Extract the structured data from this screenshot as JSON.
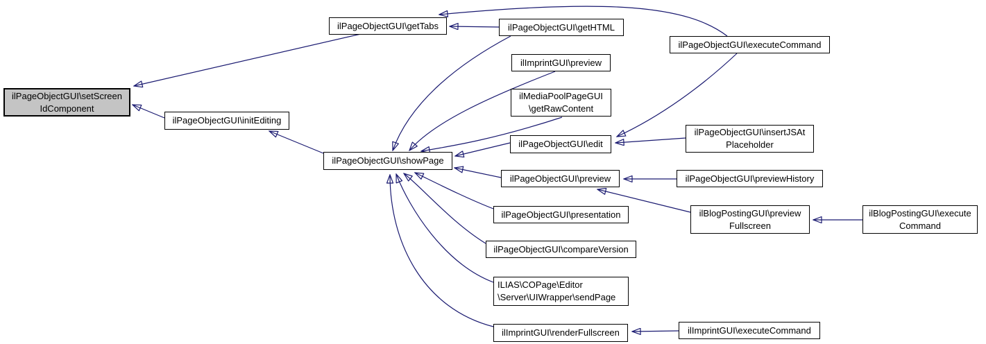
{
  "diagram": {
    "kind": "caller-graph",
    "colors": {
      "background": "#ffffff",
      "edge": "#191970",
      "node_border": "#000000",
      "node_fill": "#ffffff",
      "highlight_fill": "#c4c4c4"
    },
    "nodes": {
      "set_screen_id_component": {
        "label": "ilPageObjectGUI\\setScreen\nIdComponent",
        "highlighted": true
      },
      "init_editing": {
        "label": "ilPageObjectGUI\\initEditing",
        "highlighted": false
      },
      "get_tabs": {
        "label": "ilPageObjectGUI\\getTabs",
        "highlighted": false
      },
      "get_html": {
        "label": "ilPageObjectGUI\\getHTML",
        "highlighted": false
      },
      "execute_command_page": {
        "label": "ilPageObjectGUI\\executeCommand",
        "highlighted": false
      },
      "imprint_preview": {
        "label": "ilImprintGUI\\preview",
        "highlighted": false
      },
      "get_raw_content": {
        "label": "ilMediaPoolPageGUI\n\\getRawContent",
        "highlighted": false
      },
      "edit": {
        "label": "ilPageObjectGUI\\edit",
        "highlighted": false
      },
      "insert_js_at_placeholder": {
        "label": "ilPageObjectGUI\\insertJSAt\nPlaceholder",
        "highlighted": false
      },
      "show_page": {
        "label": "ilPageObjectGUI\\showPage",
        "highlighted": false
      },
      "preview_page": {
        "label": "ilPageObjectGUI\\preview",
        "highlighted": false
      },
      "preview_history": {
        "label": "ilPageObjectGUI\\previewHistory",
        "highlighted": false
      },
      "presentation": {
        "label": "ilPageObjectGUI\\presentation",
        "highlighted": false
      },
      "preview_fullscreen": {
        "label": "ilBlogPostingGUI\\preview\nFullscreen",
        "highlighted": false
      },
      "execute_command_blog": {
        "label": "ilBlogPostingGUI\\execute\nCommand",
        "highlighted": false
      },
      "compare_version": {
        "label": "ilPageObjectGUI\\compareVersion",
        "highlighted": false
      },
      "send_page": {
        "label": "ILIAS\\COPage\\Editor\n\\Server\\UIWrapper\\sendPage",
        "highlighted": false
      },
      "render_fullscreen": {
        "label": "ilImprintGUI\\renderFullscreen",
        "highlighted": false
      },
      "execute_command_imprint": {
        "label": "ilImprintGUI\\executeCommand",
        "highlighted": false
      }
    },
    "edges": [
      {
        "from": "get_tabs",
        "to": "set_screen_id_component"
      },
      {
        "from": "init_editing",
        "to": "set_screen_id_component"
      },
      {
        "from": "show_page",
        "to": "init_editing"
      },
      {
        "from": "get_html",
        "to": "get_tabs"
      },
      {
        "from": "execute_command_page",
        "to": "get_tabs"
      },
      {
        "from": "execute_command_page",
        "to": "edit"
      },
      {
        "from": "get_html",
        "to": "show_page"
      },
      {
        "from": "imprint_preview",
        "to": "show_page"
      },
      {
        "from": "get_raw_content",
        "to": "show_page"
      },
      {
        "from": "edit",
        "to": "show_page"
      },
      {
        "from": "preview_page",
        "to": "show_page"
      },
      {
        "from": "presentation",
        "to": "show_page"
      },
      {
        "from": "compare_version",
        "to": "show_page"
      },
      {
        "from": "send_page",
        "to": "show_page"
      },
      {
        "from": "render_fullscreen",
        "to": "show_page"
      },
      {
        "from": "insert_js_at_placeholder",
        "to": "edit"
      },
      {
        "from": "preview_history",
        "to": "preview_page"
      },
      {
        "from": "preview_fullscreen",
        "to": "preview_page"
      },
      {
        "from": "execute_command_blog",
        "to": "preview_fullscreen"
      },
      {
        "from": "execute_command_imprint",
        "to": "render_fullscreen"
      }
    ]
  }
}
